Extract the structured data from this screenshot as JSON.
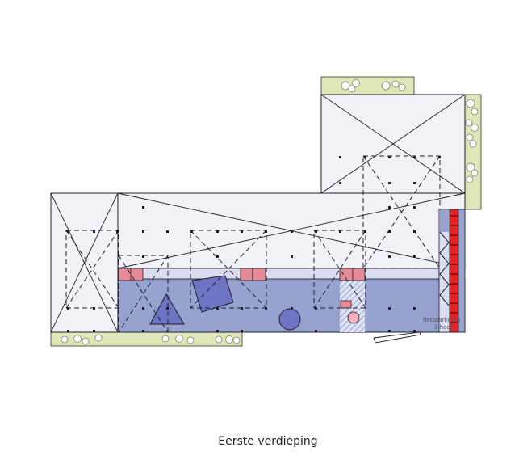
{
  "caption": "Eerste verdieping",
  "labels": {
    "bike_parking_line1": "fietsparkeren",
    "bike_parking_line2": "2 hoog"
  },
  "colors": {
    "light_floor": "#f1f2f8",
    "blue_floor": "#97a2ce",
    "blue_strip": "#d9ddef",
    "pink_block": "#e58a96",
    "red_bike_rack": "#e42424",
    "green_planting": "#dfe6b8",
    "blue_shape": "#6f74c4",
    "outline": "#1e1e2a"
  }
}
